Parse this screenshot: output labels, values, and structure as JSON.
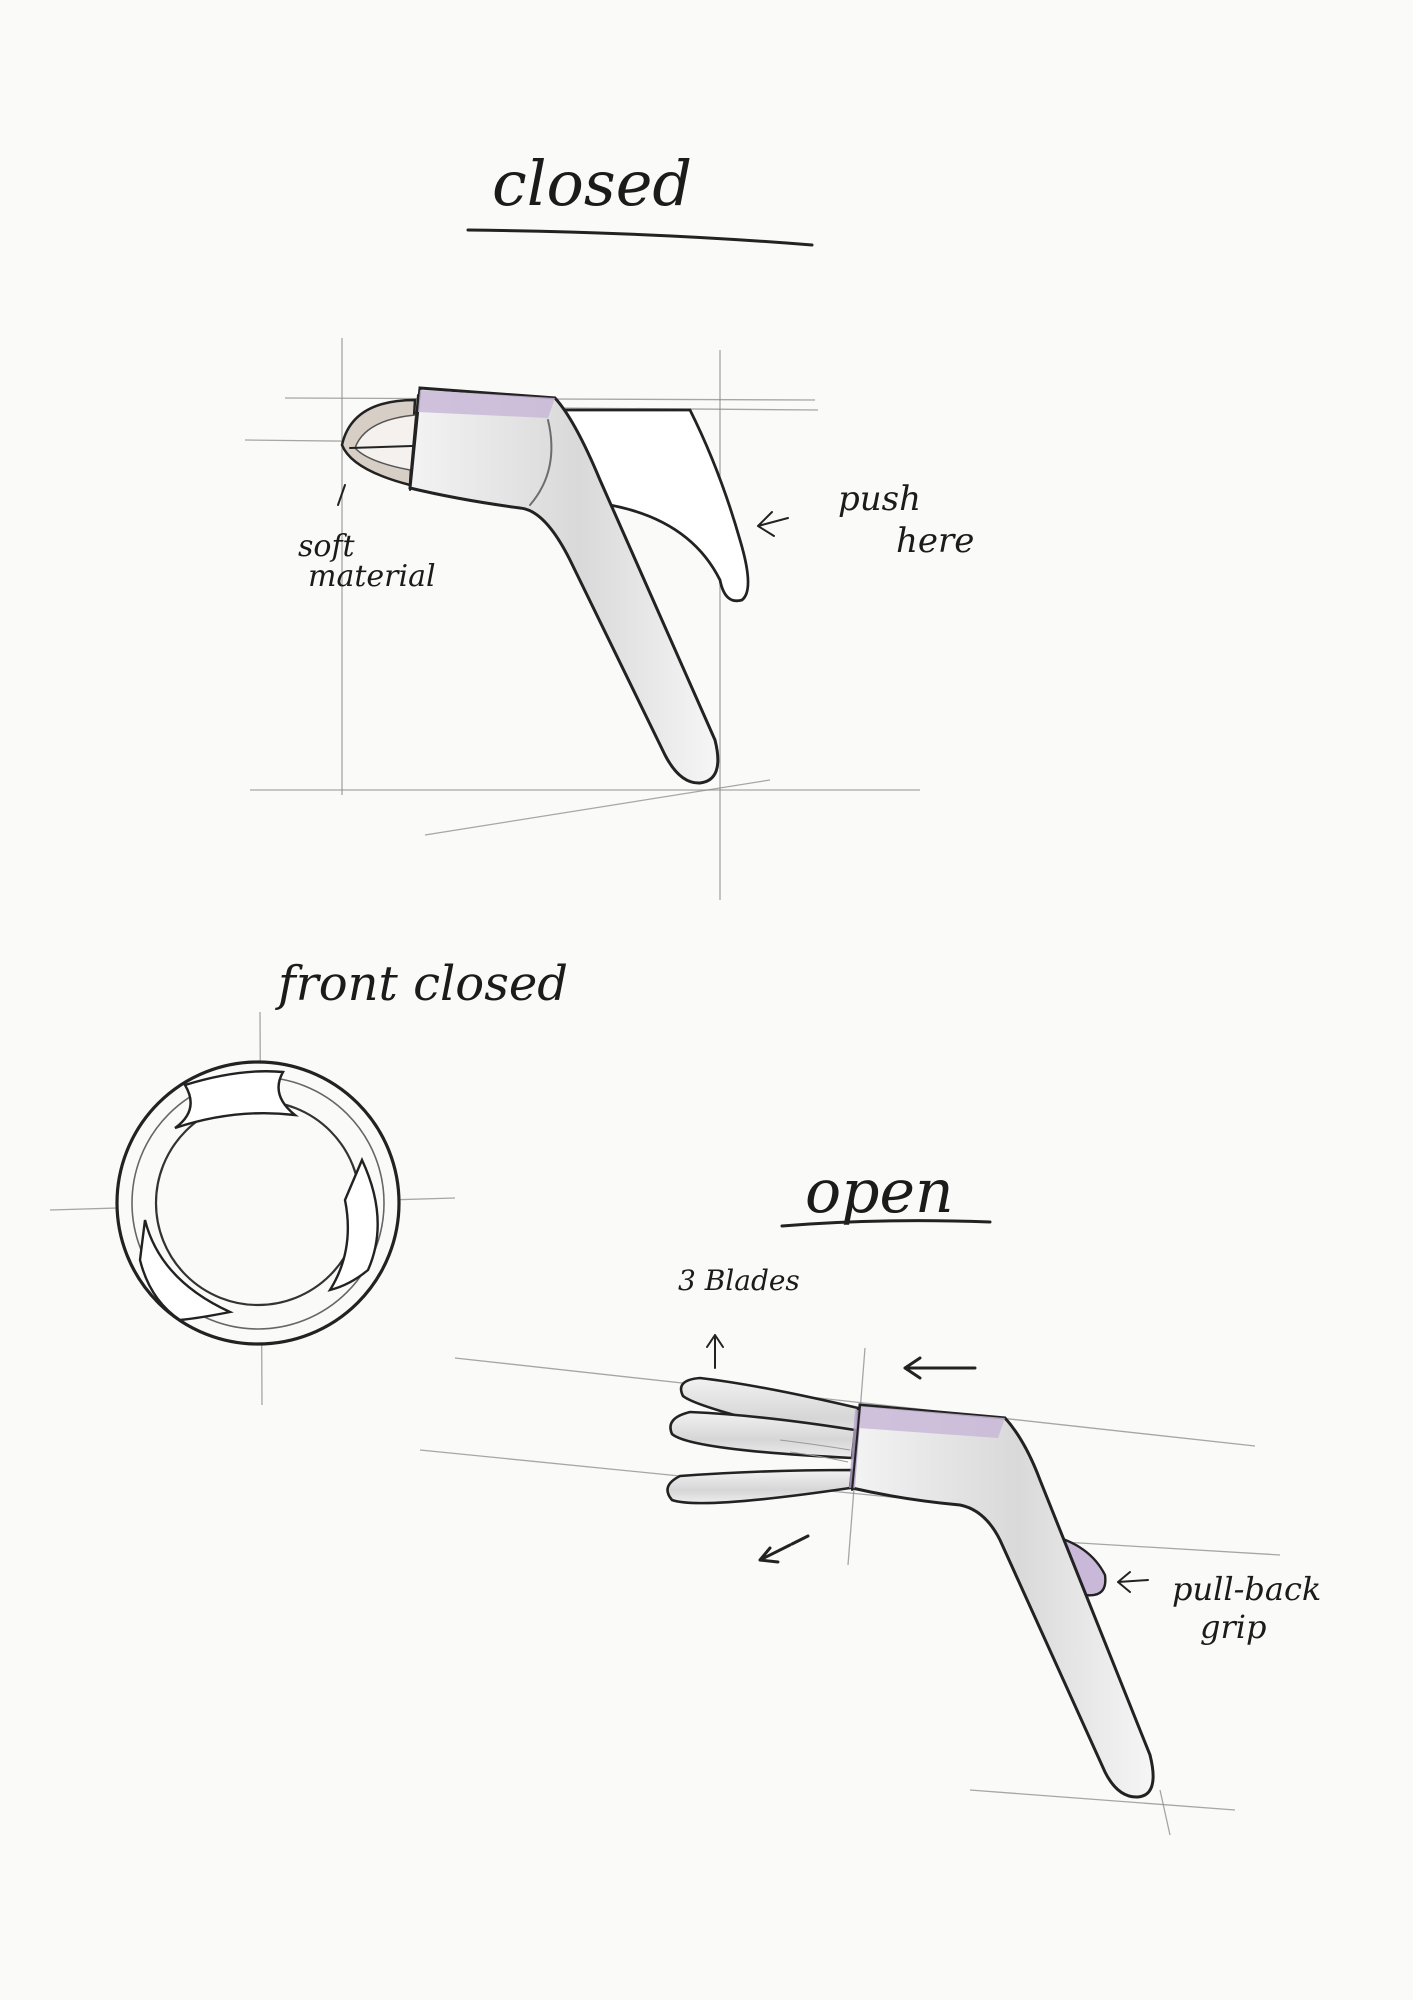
{
  "labels": {
    "closed_title": "closed",
    "soft_material_1": "soft",
    "soft_material_2": "material",
    "push_here_1": "push",
    "push_here_2": "here",
    "front_closed_title": "front closed",
    "open_title": "open",
    "blades_label": "3 Blades",
    "pull_back_1": "pull-back",
    "pull_back_2": "grip"
  },
  "colors": {
    "paper": "#fafaf9",
    "ink": "#222222",
    "body_shade": "#dcdcdc",
    "accent_purple": "#c9b8d8",
    "soft_tip": "#d7cfc6"
  }
}
